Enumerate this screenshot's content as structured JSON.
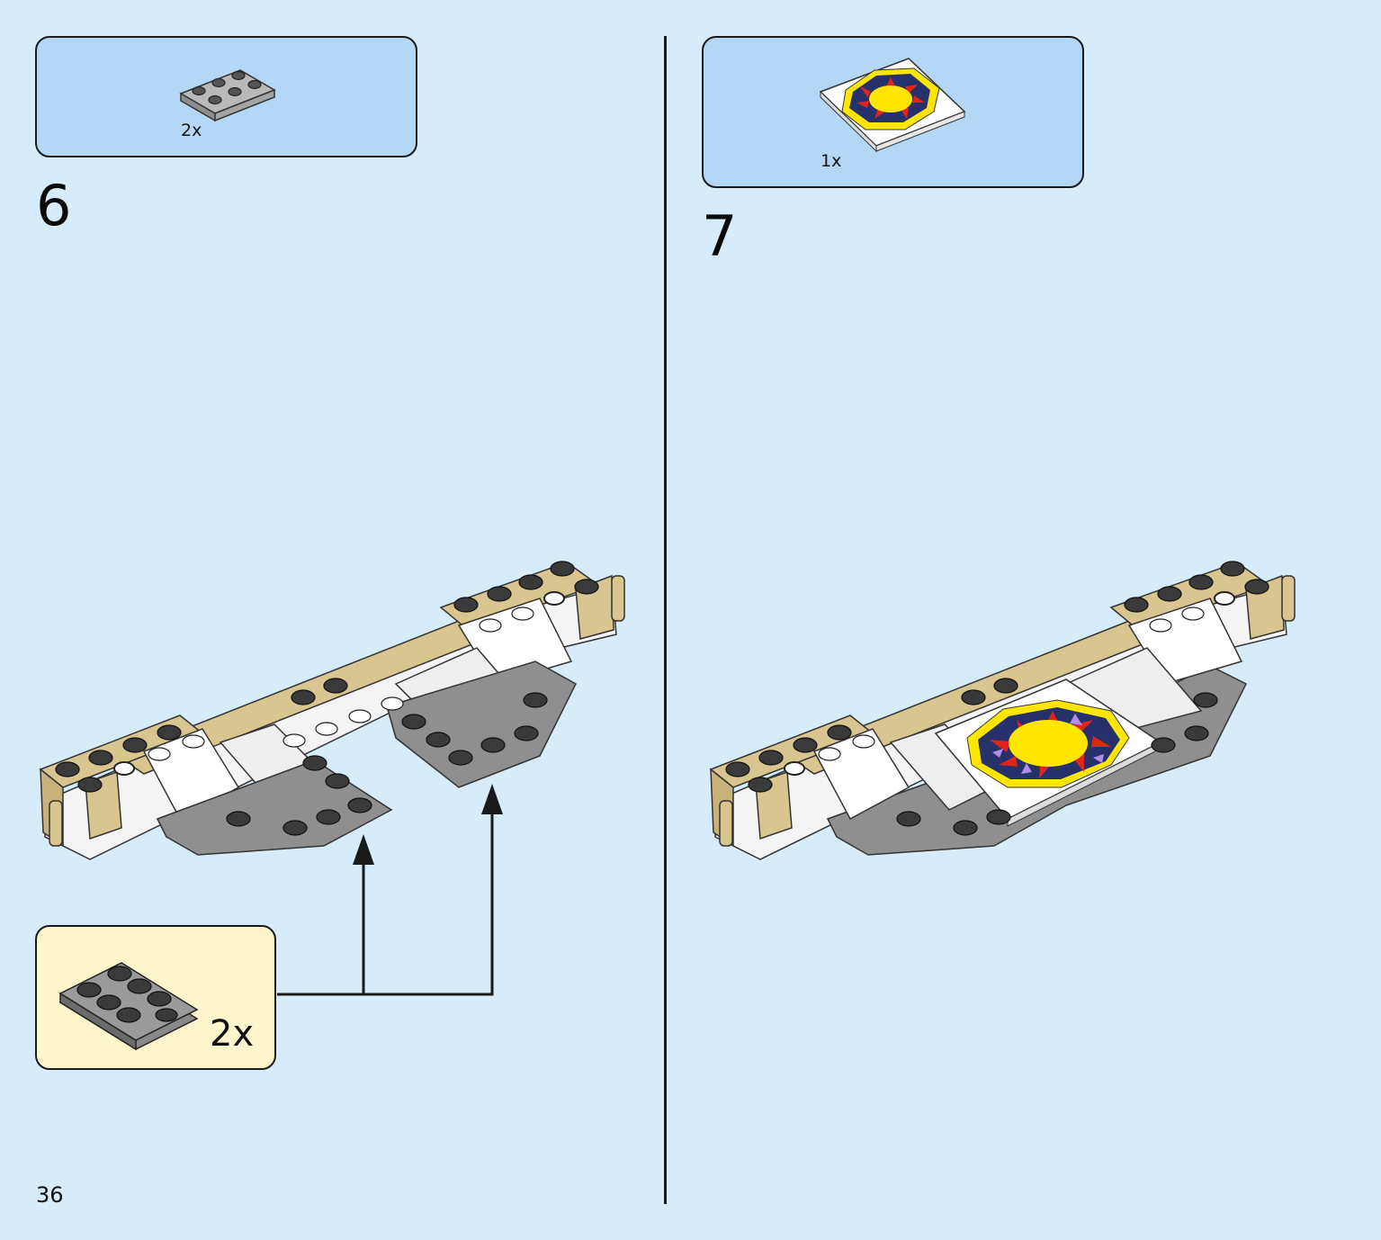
{
  "page": {
    "number": "36",
    "background": "#d6ecfb"
  },
  "colors": {
    "parts_box": "#b3d7f5",
    "subassembly_box": "#fff5cc",
    "dark_gray": "#6b6b6b",
    "tan": "#d9c590",
    "white": "#ffffff",
    "tile_yellow": "#ffe600",
    "tile_red": "#e3241b",
    "tile_navy": "#26306b",
    "tile_lavender": "#b08ee6"
  },
  "steps": [
    {
      "number": "6",
      "parts": [
        {
          "name": "gray-plate-2x3",
          "qty": "2x"
        }
      ],
      "subassembly": {
        "name": "dark-gray-plate-2x3",
        "qty": "2x"
      }
    },
    {
      "number": "7",
      "parts": [
        {
          "name": "printed-tile-sun",
          "qty": "1x"
        }
      ]
    }
  ]
}
